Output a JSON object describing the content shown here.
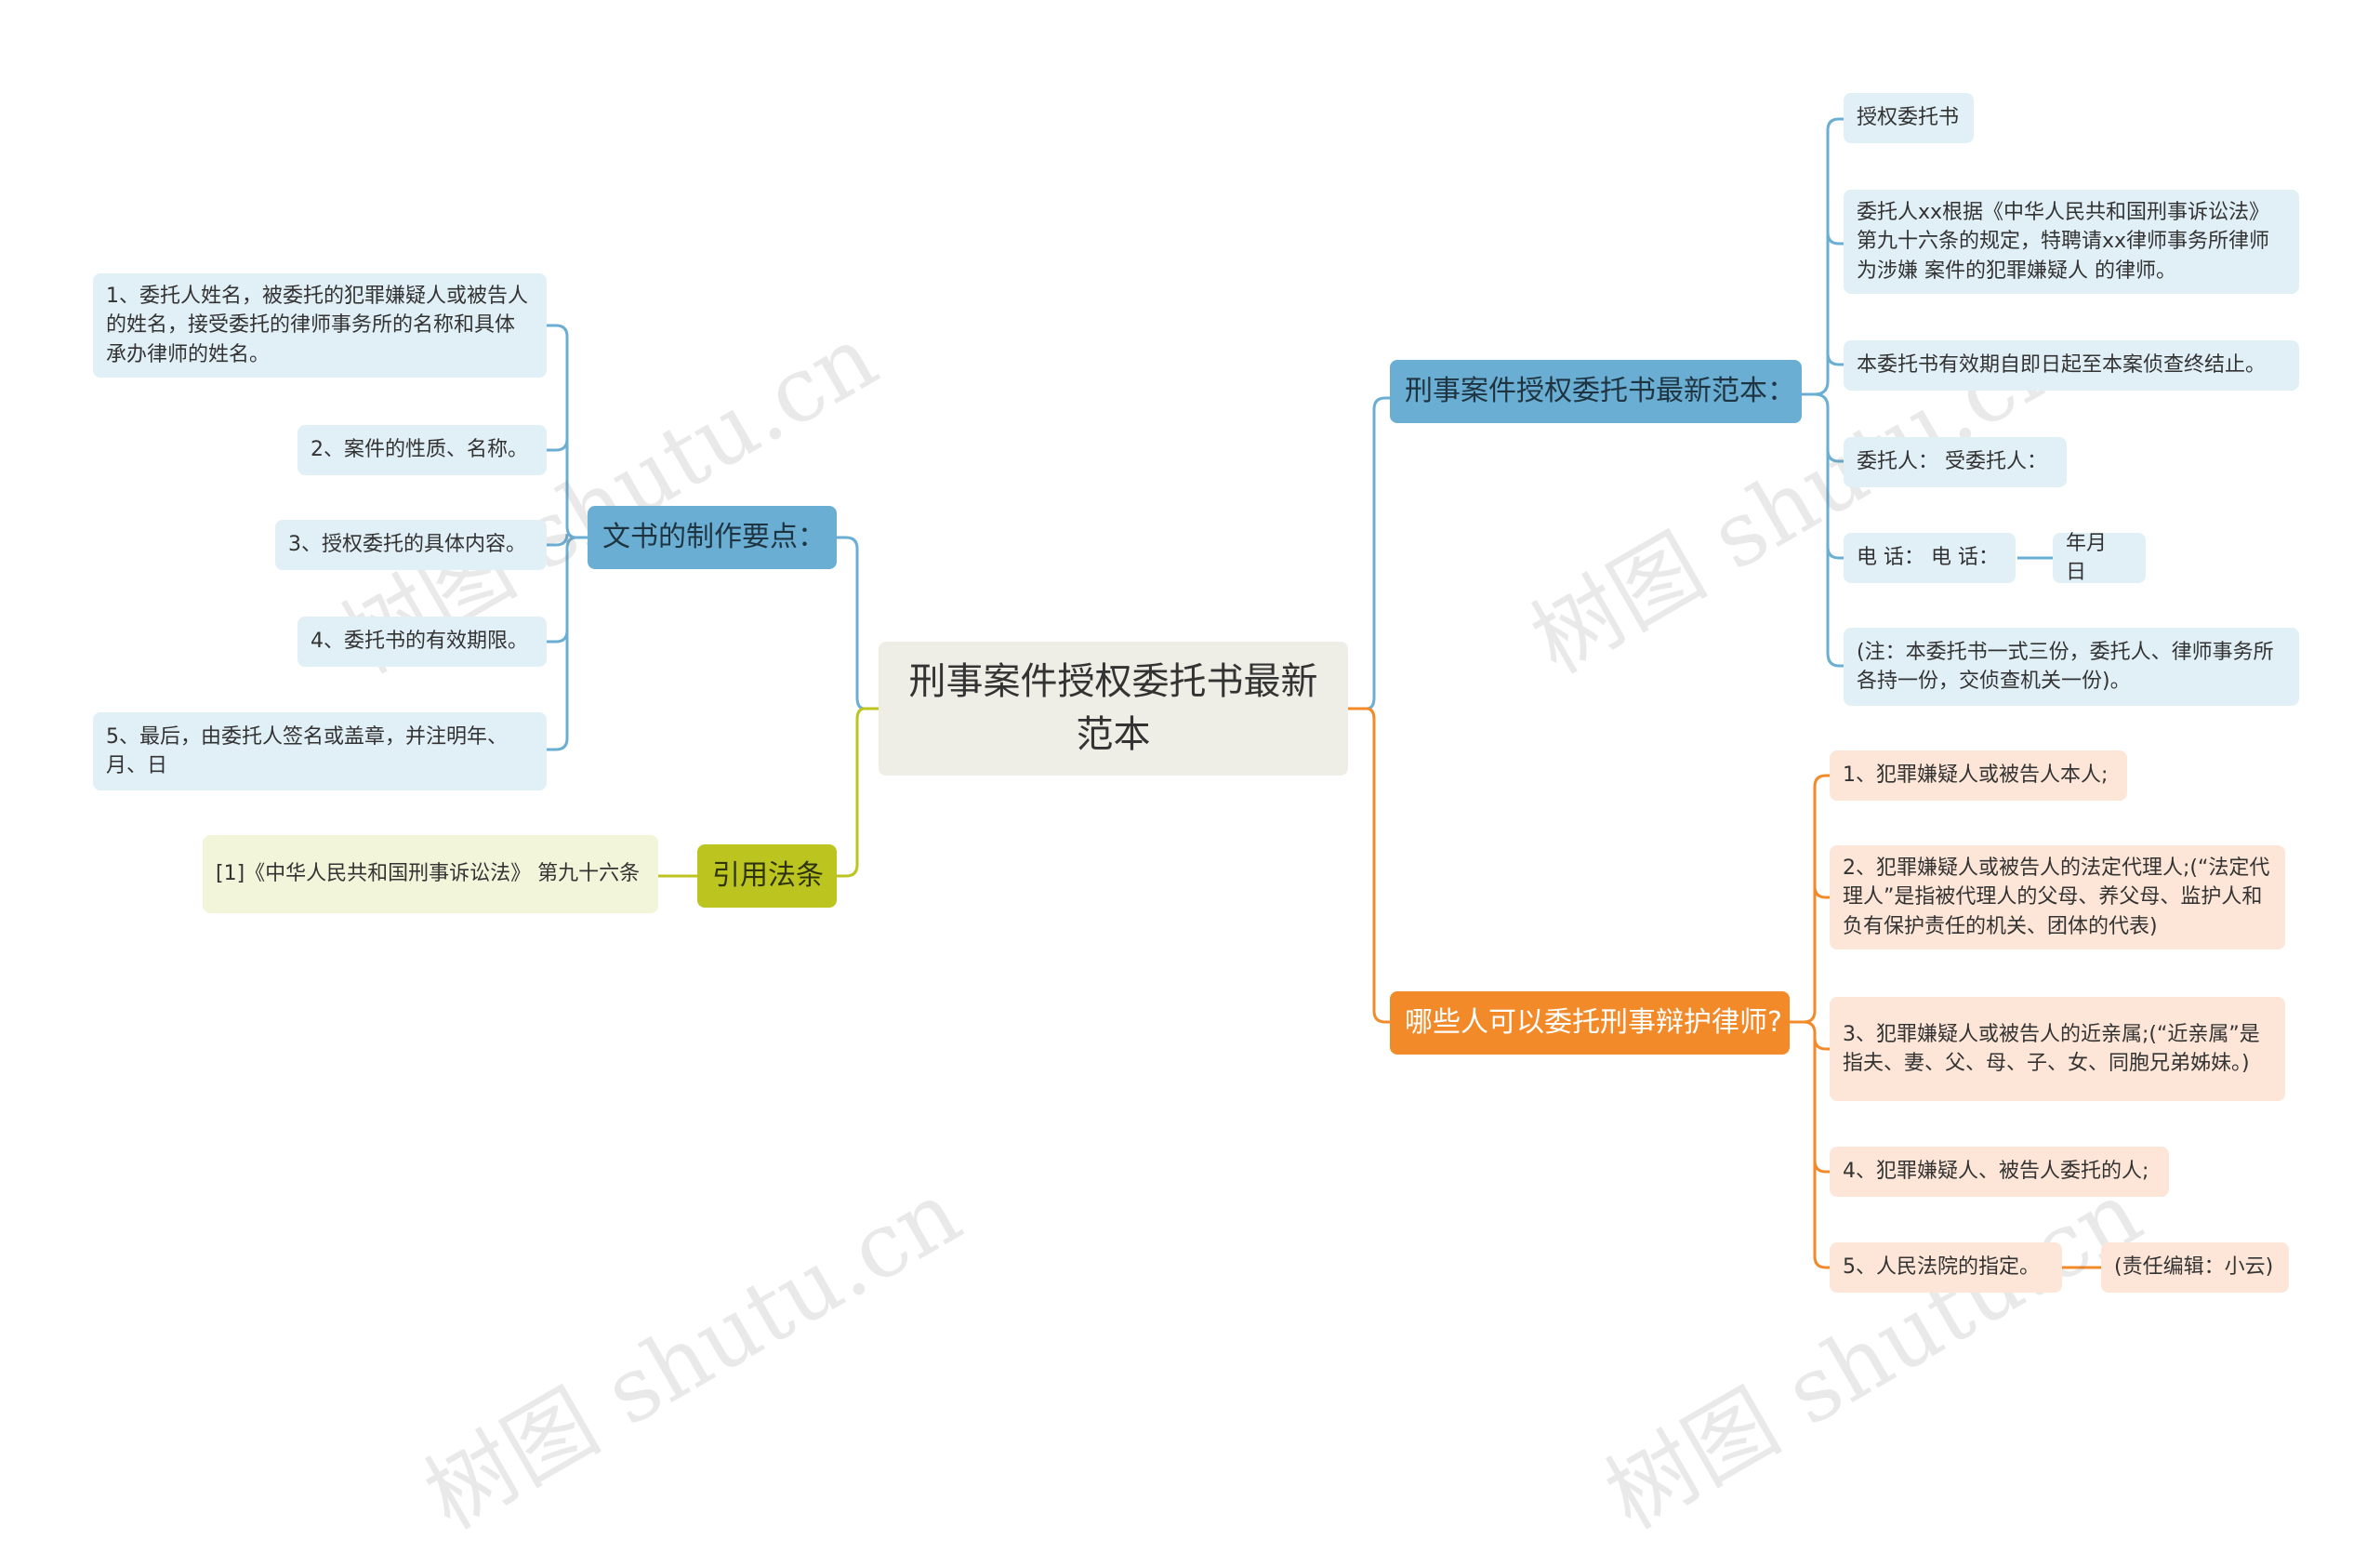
{
  "root": {
    "title": "刑事案件授权委托书最新范本"
  },
  "branches": {
    "template": {
      "label": "刑事案件授权委托书最新范本：",
      "items": [
        "授权委托书",
        "委托人xx根据《中华人民共和国刑事诉讼法》第九十六条的规定，特聘请xx律师事务所律师 为涉嫌 案件的犯罪嫌疑人 的律师。",
        "本委托书有效期自即日起至本案侦查终结止。",
        "委托人：   受委托人：",
        "电 话：  电 话：",
        "(注：本委托书一式三份，委托人、律师事务所各持一份，交侦查机关一份)。"
      ],
      "date_child": "年月 日"
    },
    "who": {
      "label": "哪些人可以委托刑事辩护律师?",
      "items": [
        "1、犯罪嫌疑人或被告人本人;",
        "2、犯罪嫌疑人或被告人的法定代理人;(“法定代理人”是指被代理人的父母、养父母、监护人和负有保护责任的机关、团体的代表)",
        "3、犯罪嫌疑人或被告人的近亲属;(“近亲属”是指夫、妻、父、母、子、女、同胞兄弟姊妹。)",
        "4、犯罪嫌疑人、被告人委托的人;",
        "5、人民法院的指定。"
      ],
      "editor_child": "(责任编辑：小云)"
    },
    "points": {
      "label": "文书的制作要点：",
      "items": [
        "1、委托人姓名，被委托的犯罪嫌疑人或被告人的姓名，接受委托的律师事务所的名称和具体承办律师的姓名。",
        "2、案件的性质、名称。",
        "3、授权委托的具体内容。",
        "4、委托书的有效期限。",
        "5、最后，由委托人签名或盖章，并注明年、月、日"
      ]
    },
    "law": {
      "label": "引用法条",
      "items": [
        "[1]《中华人民共和国刑事诉讼法》 第九十六条"
      ]
    }
  },
  "watermark": "树图 shutu.cn",
  "colors": {
    "blue": "#6aaed3",
    "green": "#bcc51f",
    "orange": "#f28a2a",
    "root_bg": "#eeeee6"
  }
}
